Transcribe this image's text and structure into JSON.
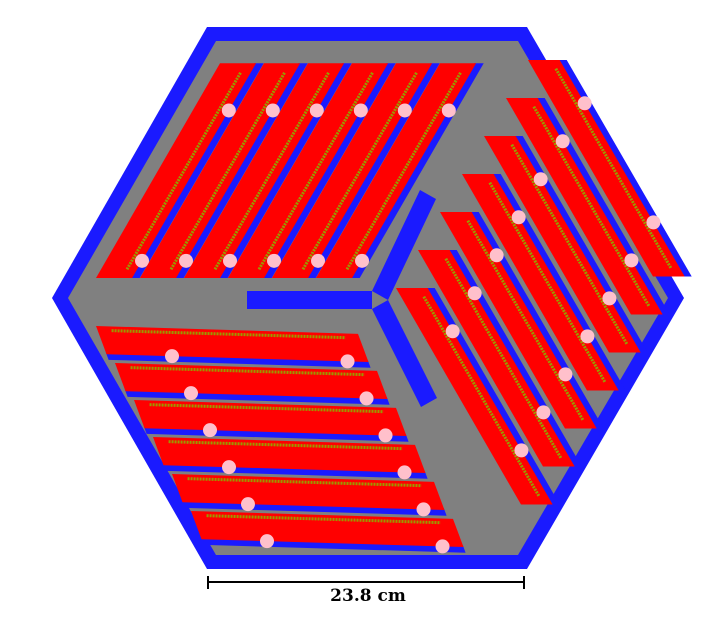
{
  "figure": {
    "scale_bar_label": "23.8 cm"
  },
  "colors": {
    "frame": "#1a1aff",
    "plate": "#808080",
    "slab": "#ff0000",
    "absorber": "#1a1aff",
    "fiber": "#9a9a00",
    "fiber_dot": "#4caf50",
    "hole": "#ffc0cb",
    "background": "#ffffff",
    "scale_bar": "#000000"
  },
  "sectors": [
    {
      "name": "upper-left",
      "slabs": 6
    },
    {
      "name": "right",
      "slabs": 7
    },
    {
      "name": "lower-left",
      "slabs": 6
    }
  ]
}
